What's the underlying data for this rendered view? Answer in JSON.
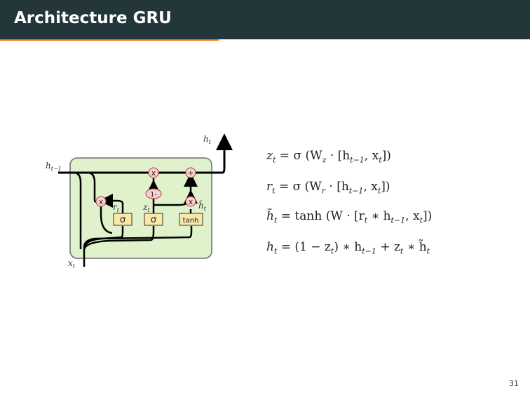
{
  "header": {
    "title": "Architecture GRU"
  },
  "diagram": {
    "label_h_out": "h",
    "label_h_out_sub": "t",
    "label_h_prev": "h",
    "label_h_prev_sub": "t−1",
    "label_x": "x",
    "label_x_sub": "t",
    "label_r": "r",
    "label_r_sub": "t",
    "label_z": "z",
    "label_z_sub": "t",
    "label_htilde": "h̃",
    "label_htilde_sub": "t",
    "op_mult": "x",
    "op_plus": "+",
    "op_one_minus": "1-",
    "gate_sigma": "σ",
    "gate_tanh": "tanh"
  },
  "equations": {
    "eq1": {
      "lhs": "z",
      "lhs_sub": "t",
      "rhs": " = σ (W",
      "w_sub": "z",
      "rest": " · [h",
      "h_sub": "t−1",
      "tail": ", x",
      "x_sub": "t",
      "end": "])"
    },
    "eq2": {
      "lhs": "r",
      "lhs_sub": "t",
      "rhs": " = σ (W",
      "w_sub": "r",
      "rest": " · [h",
      "h_sub": "t−1",
      "tail": ", x",
      "x_sub": "t",
      "end": "])"
    },
    "eq3": {
      "lhs": "h̃",
      "lhs_sub": "t",
      "rhs": " = tanh (W · [r",
      "r_sub": "t",
      "rest": " ∗ h",
      "h_sub": "t−1",
      "tail": ", x",
      "x_sub": "t",
      "end": "])"
    },
    "eq4": {
      "lhs": "h",
      "lhs_sub": "t",
      "rhs": " = (1 − z",
      "z_sub": "t",
      "rest": ") ∗ h",
      "h_sub": "t−1",
      "mid": " + z",
      "z2_sub": "t",
      "tail": " ∗ h̃",
      "ht_sub": "t"
    }
  },
  "page_number": "31",
  "colors": {
    "header_bg": "#23373b",
    "accent": "#eb811b",
    "cell_fill": "#dff2cc",
    "cell_stroke": "#6c6c6c",
    "op_fill": "#f6d3d3",
    "gate_fill": "#f9e8a8"
  }
}
